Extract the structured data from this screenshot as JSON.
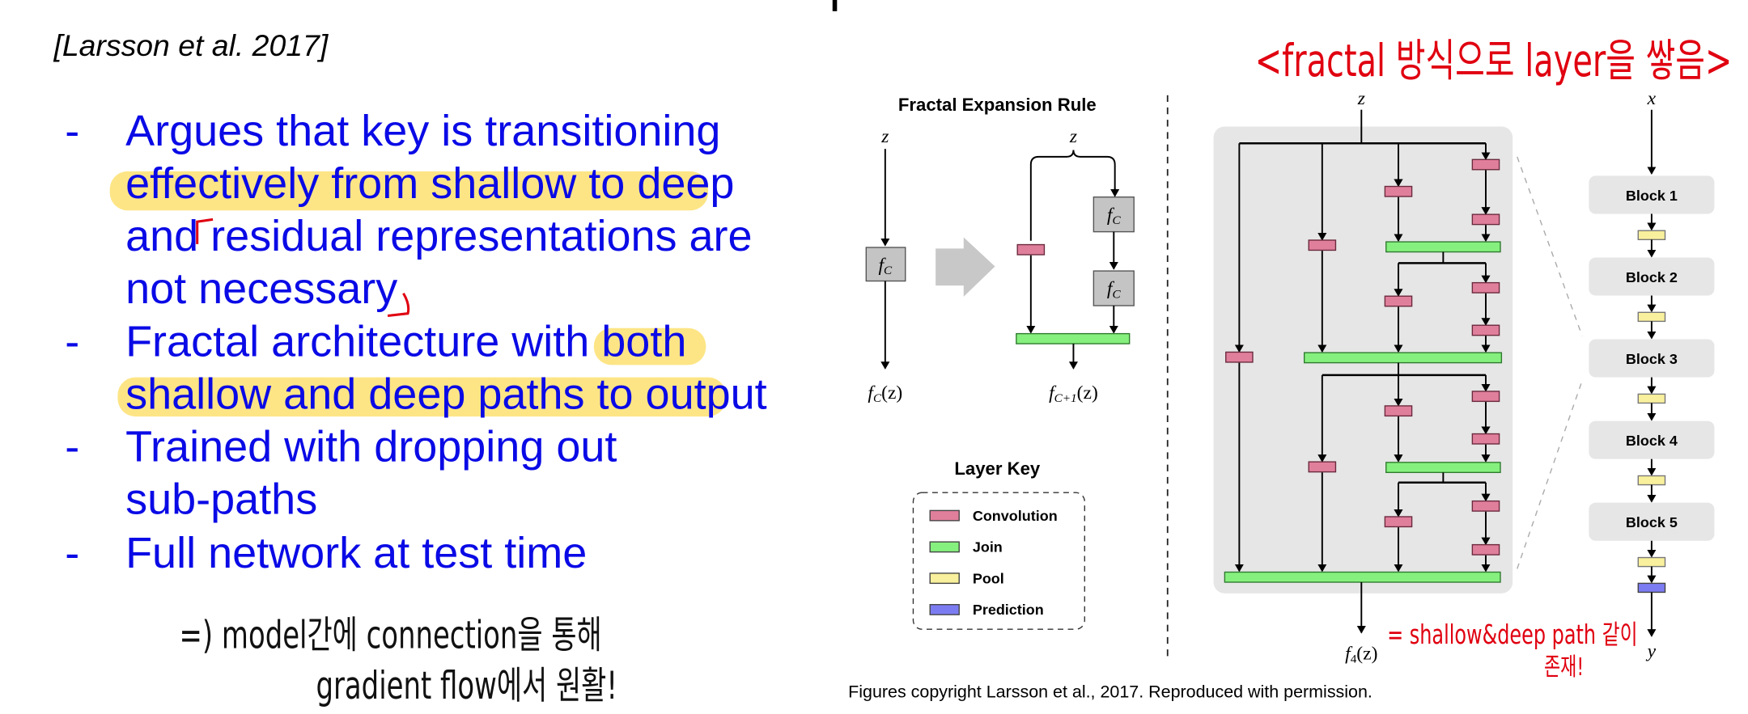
{
  "citation": "[Larsson et al. 2017]",
  "bullets": [
    {
      "lines": [
        "Argues that key is transitioning",
        "effectively from shallow to deep",
        "and residual representations are",
        "not necessary"
      ]
    },
    {
      "lines": [
        "Fractal architecture with both",
        "shallow and deep paths to output"
      ]
    },
    {
      "lines": [
        "Trained with dropping out",
        "sub-paths"
      ]
    },
    {
      "lines": [
        "Full network at test time"
      ]
    }
  ],
  "bullet_marker": "-",
  "handwritten": {
    "note_black_1": "=) model간에 connection을 통해",
    "note_black_2": "gradient flow에서 원활!",
    "note_red_top": "<fractal 방식으로 layer을 쌓음>",
    "note_red_bottom_1": "= shallow&deep path 같이",
    "note_red_bottom_2": "존재!"
  },
  "figure": {
    "expansion_title": "Fractal Expansion Rule",
    "z": "z",
    "f": "f",
    "sub_c": "C",
    "sub_c1": "C+1",
    "arg_z": "(z)",
    "sub_4": "4",
    "layer_key_title": "Layer Key",
    "layer_key": [
      {
        "label": "Convolution",
        "color": "#e07f9c"
      },
      {
        "label": "Join",
        "color": "#86f07e"
      },
      {
        "label": "Pool",
        "color": "#f8f09c"
      },
      {
        "label": "Prediction",
        "color": "#7c7cf2"
      }
    ],
    "input_x": "x",
    "output_y": "y",
    "blocks": [
      "Block 1",
      "Block 2",
      "Block 3",
      "Block 4",
      "Block 5"
    ]
  },
  "caption": "Figures copyright Larsson et al., 2017. Reproduced with permission."
}
